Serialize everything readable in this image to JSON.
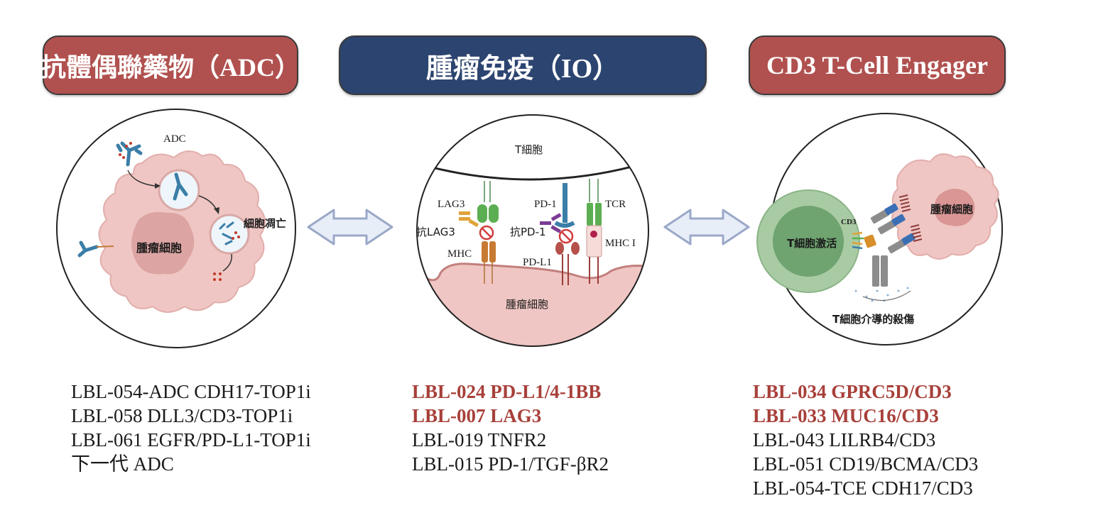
{
  "headers": {
    "adc": {
      "title_cjk": "抗體偶聯藥物",
      "title_en": "（ADC）"
    },
    "io": {
      "title_cjk": "腫瘤免疫",
      "title_en": "（IO）"
    },
    "tce": {
      "title": "CD3 T-Cell Engager"
    }
  },
  "colors": {
    "header_red": "#b0514f",
    "header_navy": "#2c4470",
    "highlight_text": "#a8403a",
    "tumor_pink": "#efc3c1",
    "t_cell_green": "#a9cba4",
    "arrow_fill": "#e8eef8",
    "arrow_stroke": "#9aa8c8"
  },
  "panels": {
    "adc": {
      "label_adc": "ADC",
      "label_tumor_cell": "腫瘤細胞",
      "label_apoptosis": "細胞凋亡"
    },
    "io": {
      "label_t_cell": "T細胞",
      "label_lag3": "LAG3",
      "label_anti_lag3": "抗LAG3",
      "label_mhc": "MHC",
      "label_pd1": "PD-1",
      "label_anti_pd1": "抗PD-1",
      "label_pdl1": "PD-L1",
      "label_tcr": "TCR",
      "label_mhc1": "MHC I",
      "label_tumor_cell": "腫瘤細胞"
    },
    "tce": {
      "label_cd3": "CD3",
      "label_t_cell_activation": "T細胞激活",
      "label_tumor_cell": "腫瘤細胞",
      "label_killing": "T細胞介導的殺傷"
    }
  },
  "pipelines": {
    "adc": [
      {
        "text": "LBL-054-ADC CDH17-TOP1i",
        "highlight": false
      },
      {
        "text": "LBL-058 DLL3/CD3-TOP1i",
        "highlight": false
      },
      {
        "text": "LBL-061 EGFR/PD-L1-TOP1i",
        "highlight": false
      },
      {
        "text": "下一代 ADC",
        "highlight": false
      }
    ],
    "io": [
      {
        "text": "LBL-024 PD-L1/4-1BB",
        "highlight": true
      },
      {
        "text": "LBL-007 LAG3",
        "highlight": true
      },
      {
        "text": "LBL-019 TNFR2",
        "highlight": false
      },
      {
        "text": "LBL-015 PD-1/TGF-βR2",
        "highlight": false
      }
    ],
    "tce": [
      {
        "text": "LBL-034 GPRC5D/CD3",
        "highlight": true
      },
      {
        "text": "LBL-033 MUC16/CD3",
        "highlight": true
      },
      {
        "text": "LBL-043 LILRB4/CD3",
        "highlight": false
      },
      {
        "text": "LBL-051 CD19/BCMA/CD3",
        "highlight": false
      },
      {
        "text": "LBL-054-TCE CDH17/CD3",
        "highlight": false
      }
    ]
  }
}
